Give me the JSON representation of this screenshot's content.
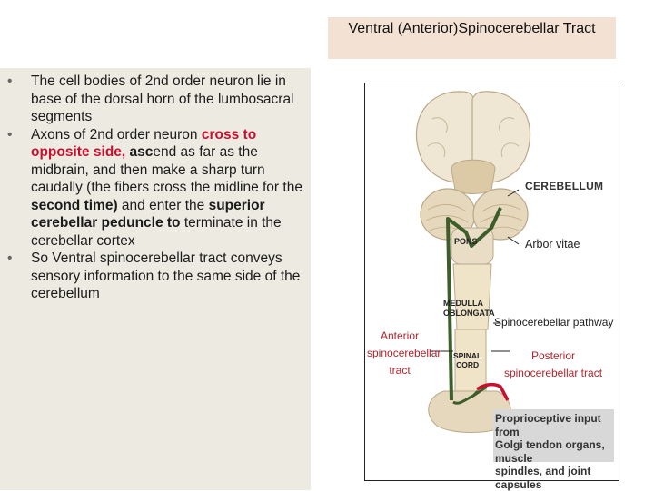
{
  "slide": {
    "title": "Ventral  (Anterior)Spinocerebellar Tract",
    "bullets": [
      {
        "segments": [
          {
            "text": "The cell bodies of 2nd order neuron lie in base of the dorsal horn of the lumbosacral segments",
            "style": "normal"
          }
        ]
      },
      {
        "segments": [
          {
            "text": "Axons of 2nd order neuron ",
            "style": "normal"
          },
          {
            "text": "cross to opposite side, ",
            "style": "red"
          },
          {
            "text": "asc",
            "style": "bold"
          },
          {
            "text": "end as far as the midbrain, and then make a sharp turn caudally (the fibers cross the midline for the ",
            "style": "normal"
          },
          {
            "text": "second time)",
            "style": "bold"
          },
          {
            "text": " and enter the ",
            "style": "normal"
          },
          {
            "text": "superior cerebellar peduncle to",
            "style": "bold"
          },
          {
            "text": " terminate in the cerebellar cortex",
            "style": "normal"
          }
        ]
      },
      {
        "segments": [
          {
            "text": "So Ventral spinocerebellar tract conveys sensory information to the same side of the cerebellum",
            "style": "normal"
          }
        ]
      }
    ],
    "bullet_symbol": "•"
  },
  "figure": {
    "labels": {
      "cerebellum": "CEREBELLUM",
      "arbor_vitae": "Arbor vitae",
      "pons": "PONS",
      "medulla_1": "MEDULLA",
      "medulla_2": "OBLONGATA",
      "spinal_cord_1": "SPINAL",
      "spinal_cord_2": "CORD",
      "spinocerebellar_pathway": "Spinocerebellar pathway",
      "anterior_1": "Anterior",
      "anterior_2": "spinocerebellar",
      "anterior_3": "tract",
      "posterior_1": "Posterior",
      "posterior_2": "spinocerebellar tract",
      "proprioceptive_1": "Proprioceptive input from",
      "proprioceptive_2": "Golgi tendon organs, muscle",
      "proprioceptive_3": "spindles, and joint capsules"
    },
    "colors": {
      "anterior_tract": "#3d5e2a",
      "posterior_tract": "#c8102e",
      "label_red": "#b0242b",
      "tissue": "#e9ddc6"
    }
  }
}
